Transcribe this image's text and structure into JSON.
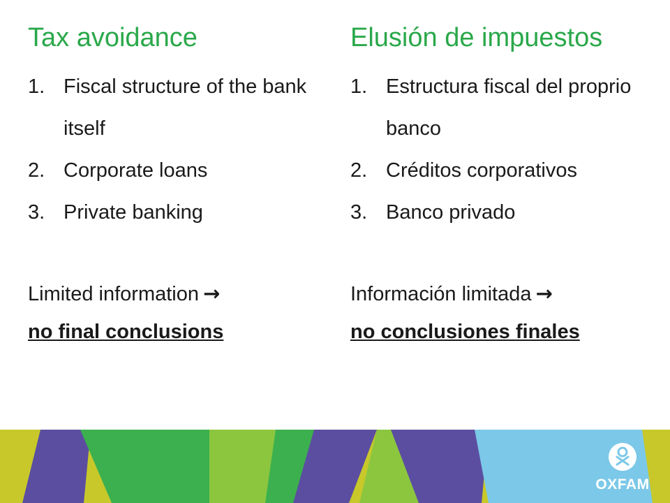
{
  "left": {
    "title": "Tax avoidance",
    "items": [
      {
        "num": "1.",
        "text": "Fiscal structure of the bank itself"
      },
      {
        "num": "2.",
        "text": "Corporate loans"
      },
      {
        "num": "3.",
        "text": "Private banking"
      }
    ],
    "note": "Limited information",
    "conclusion": "no final conclusions"
  },
  "right": {
    "title": "Elusión de impuestos",
    "items": [
      {
        "num": "1.",
        "text": "Estructura fiscal del proprio banco"
      },
      {
        "num": "2.",
        "text": "Créditos corporativos"
      },
      {
        "num": "3.",
        "text": "Banco privado"
      }
    ],
    "note": "Información limitada",
    "conclusion": "no conclusiones finales"
  },
  "arrow_glyph": "→",
  "logo": {
    "text": "OXFAM",
    "icon": "oxfam-logo-icon"
  },
  "colors": {
    "title_green": "#2aa84a",
    "banner_yellow": "#c8c82a",
    "banner_purple": "#5b4ea0",
    "banner_green": "#3cb04e",
    "banner_light_green": "#8cc63f",
    "banner_sky": "#7cc8e8"
  }
}
